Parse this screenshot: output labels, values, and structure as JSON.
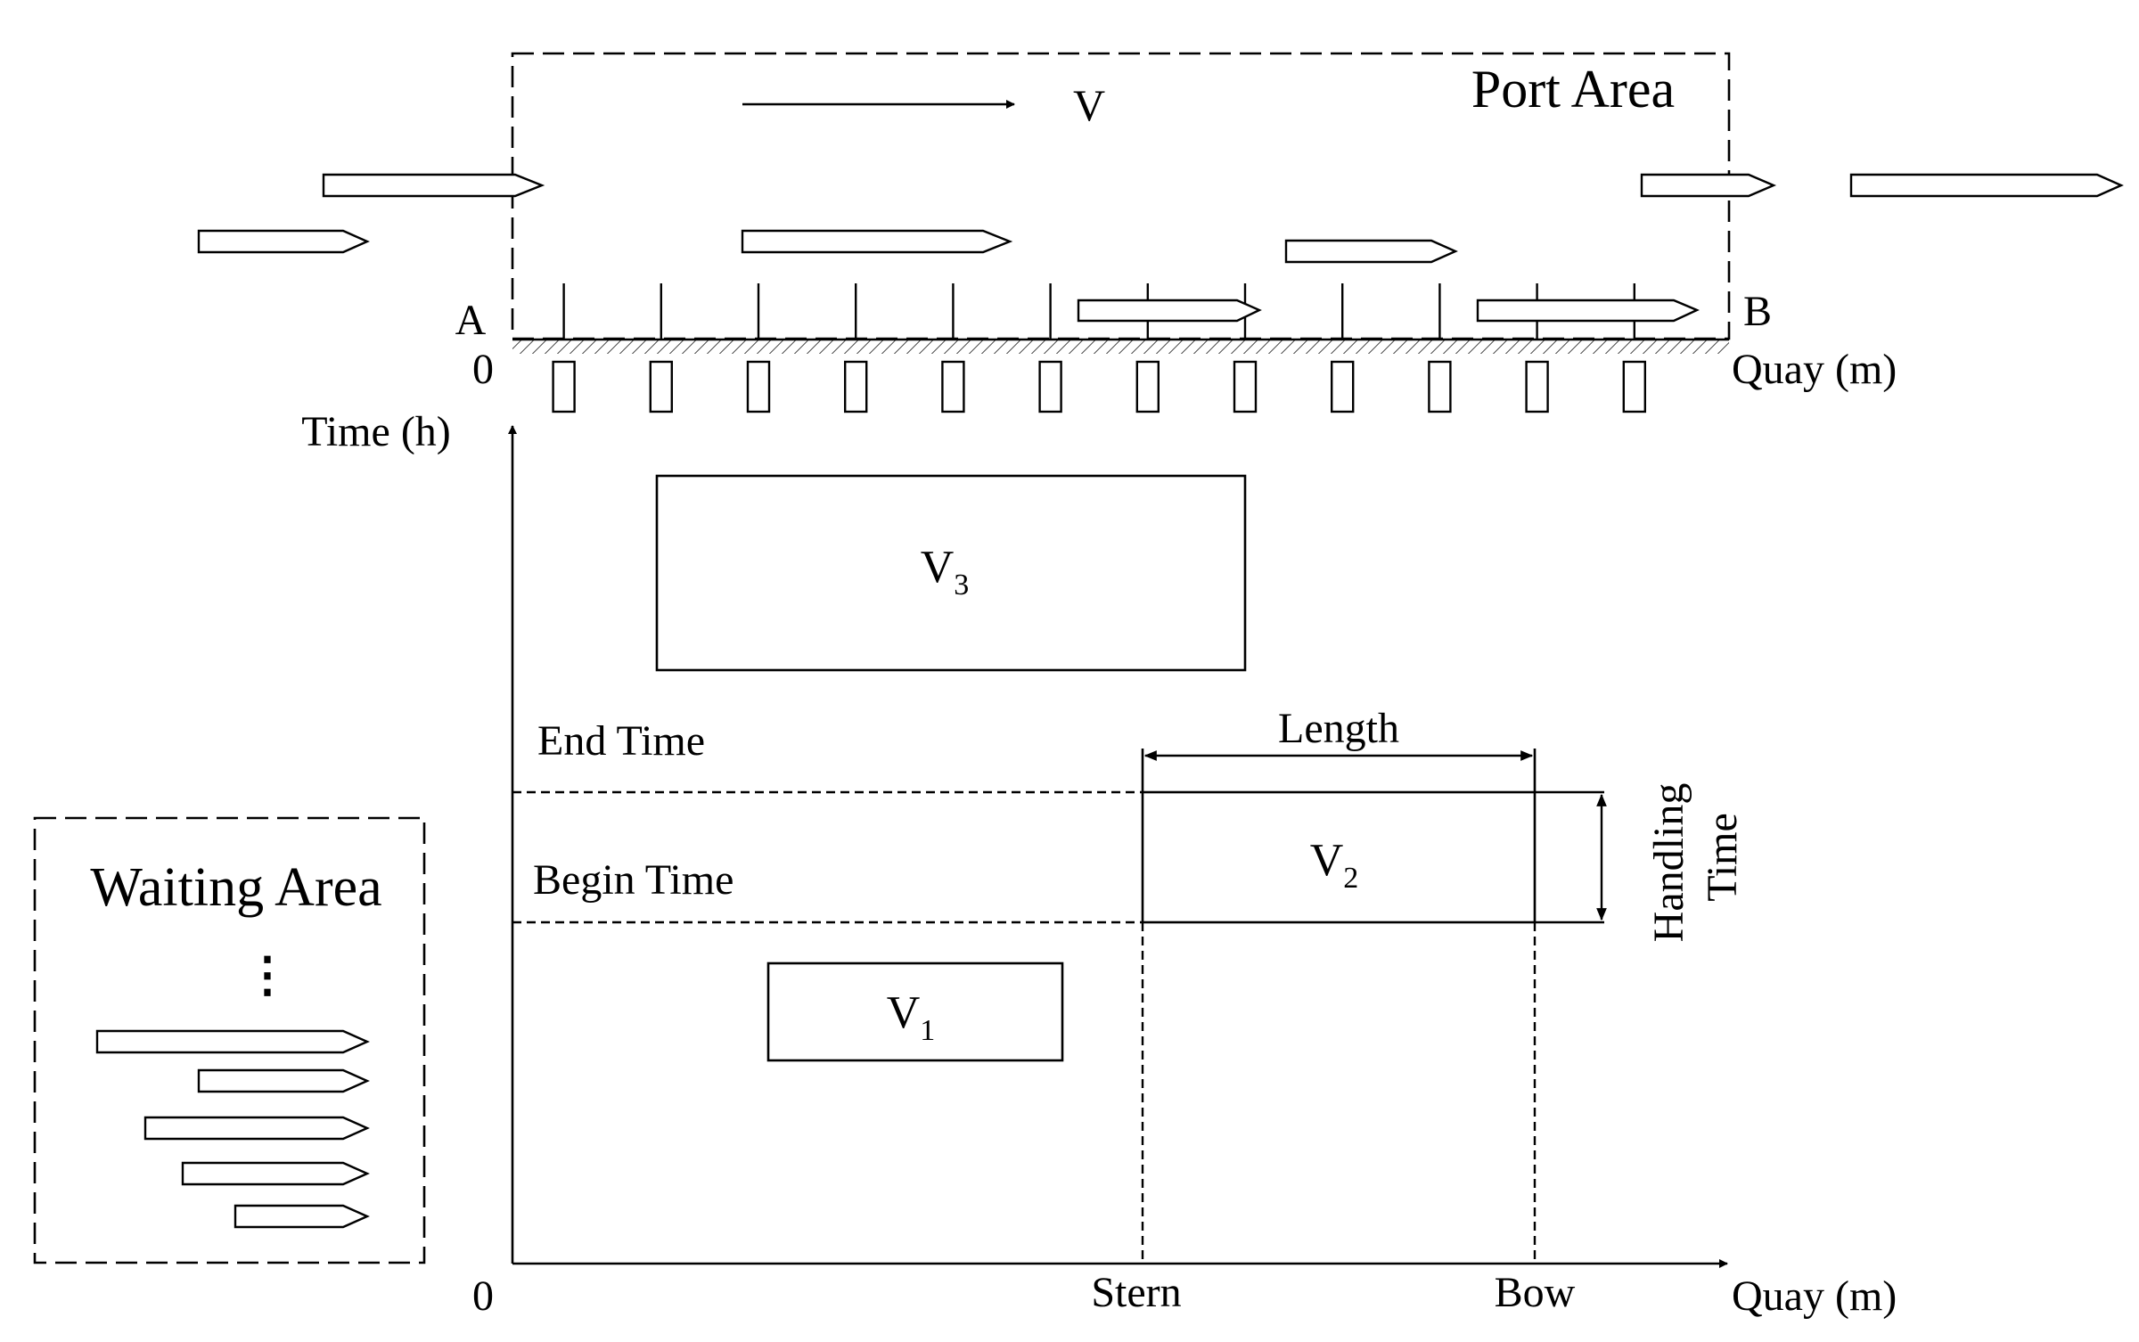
{
  "port_area": {
    "title": "Port Area",
    "direction_label": "V",
    "end_a": "A",
    "end_b": "B",
    "origin": "0",
    "quay_axis_label": "Quay (m)",
    "berth_count": 12,
    "bollard_count": 12
  },
  "waiting_area": {
    "title": "Waiting Area",
    "ellipsis": "⋮",
    "ship_count": 5
  },
  "chart": {
    "y_axis_label": "Time (h)",
    "x_axis_label": "Quay (m)",
    "origin": "0",
    "vessels": [
      {
        "name": "V",
        "subscript": "1"
      },
      {
        "name": "V",
        "subscript": "2"
      },
      {
        "name": "V",
        "subscript": "3"
      }
    ],
    "annotations": {
      "end_time": "End Time",
      "begin_time": "Begin Time",
      "length": "Length",
      "handling_time_line1": "Handling",
      "handling_time_line2": "Time",
      "stern": "Stern",
      "bow": "Bow"
    }
  }
}
